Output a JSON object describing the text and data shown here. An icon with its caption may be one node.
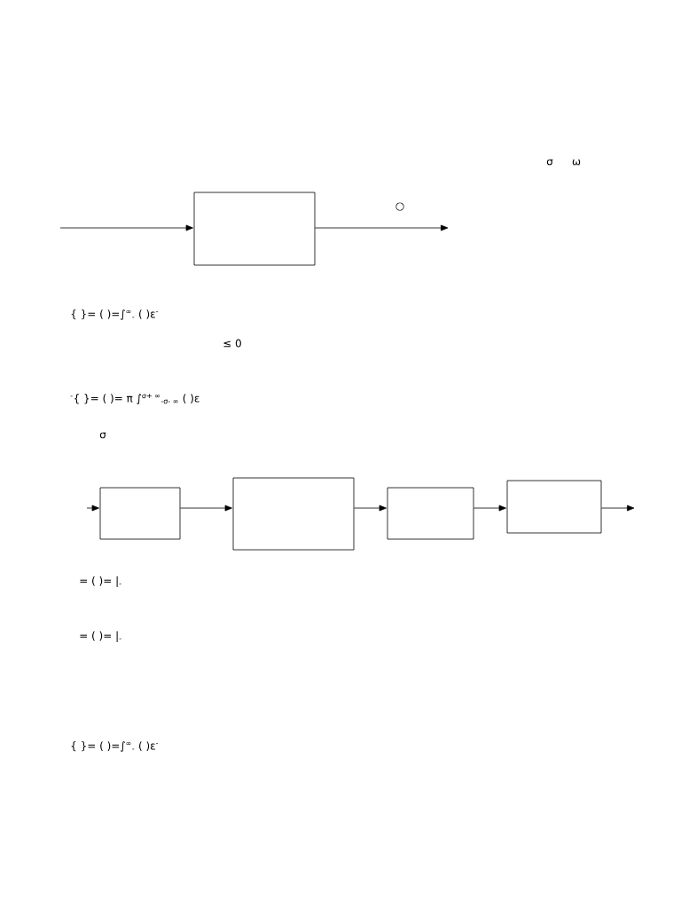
{
  "diagram": {
    "nodes": [
      {
        "text": [],
        "shape": "box"
      },
      {
        "text": [],
        "shape": "box"
      },
      {
        "text": [],
        "shape": "box"
      },
      {
        "text": [],
        "shape": "box"
      },
      {
        "text": [],
        "shape": "box"
      }
    ],
    "edges": [
      {
        "from": null,
        "to": 0,
        "arrow": "to"
      },
      {
        "from": 0,
        "to": null,
        "arrow": "to"
      },
      {
        "from": null,
        "to": 1,
        "arrow": "to"
      },
      {
        "from": 1,
        "to": 2,
        "arrow": "to"
      },
      {
        "from": 2,
        "to": 3,
        "arrow": "to"
      },
      {
        "from": 3,
        "to": 4,
        "arrow": "to"
      },
      {
        "from": 4,
        "to": null,
        "arrow": "to"
      }
    ],
    "labels": [
      "σ",
      "ω",
      "○",
      "{   }=   ( )=∫$^{∞}$$_{-}$   ( )ε$^{-}$",
      "≤ 0",
      "$^{-}${    }=  ( )= π ∫$^{σ+ ∞}$$_{-σ- ∞}$   ( )ε",
      "σ",
      "=  (      )=     |$_{-}$",
      "=  (      )=     |$_{-}$",
      "{       }=     ( )=∫$^{∞}$$_{-}$   (     )ε$^{-}$"
    ]
  }
}
